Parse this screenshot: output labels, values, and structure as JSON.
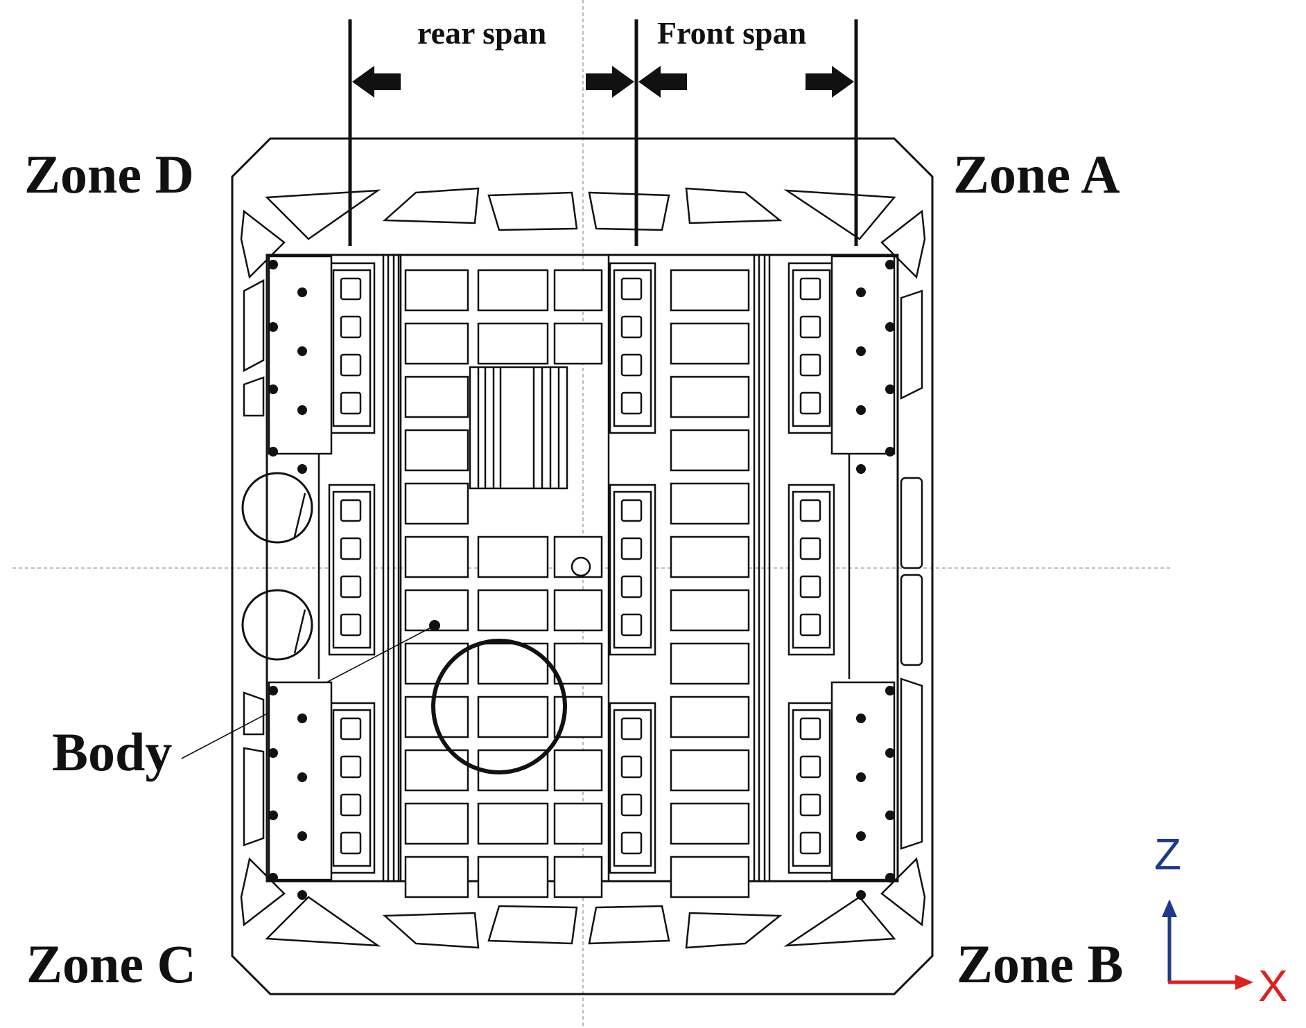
{
  "labels": {
    "rear_span": "rear span",
    "front_span": "Front span",
    "zone_a": "Zone A",
    "zone_b": "Zone B",
    "zone_c": "Zone C",
    "zone_d": "Zone D",
    "body": "Body"
  },
  "axes": {
    "vertical": "Z",
    "horizontal": "X",
    "vertical_color": "#1f3a8a",
    "horizontal_color": "#e02020"
  },
  "colors": {
    "line": "#111111",
    "centerline": "#aaaaaa",
    "background": "#ffffff"
  }
}
